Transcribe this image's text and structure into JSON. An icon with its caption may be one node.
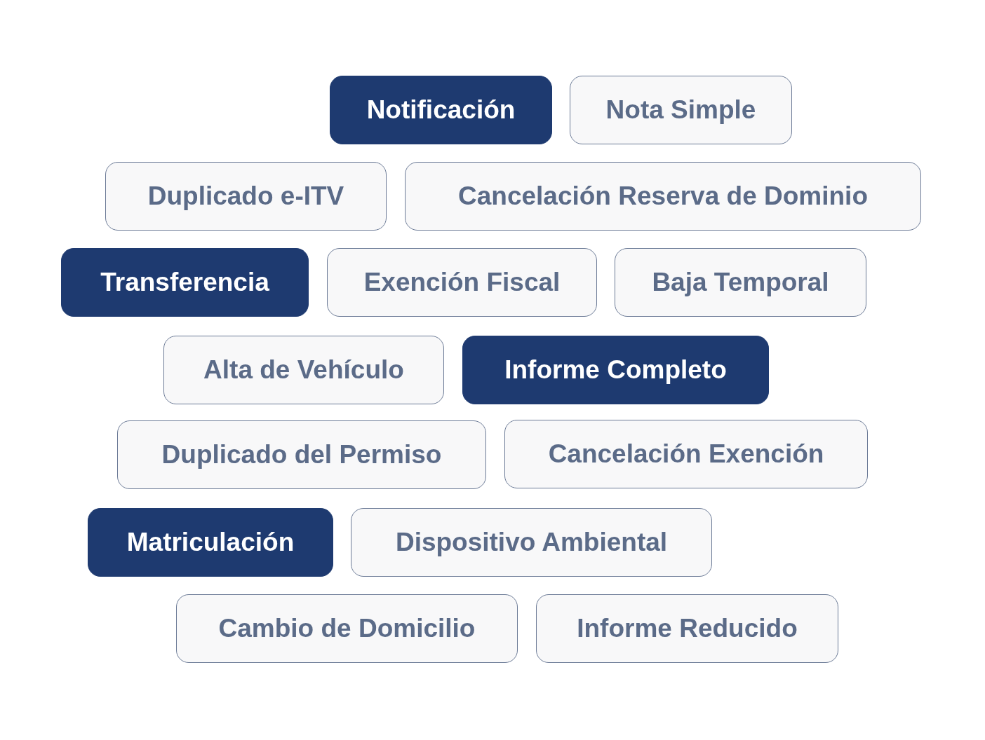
{
  "diagram": {
    "nodes": [
      {
        "text": [
          "Notificación"
        ]
      },
      {
        "text": [
          "Nota Simple"
        ]
      },
      {
        "text": [
          "Duplicado e-ITV"
        ]
      },
      {
        "text": [
          "Cancelación Reserva de Dominio"
        ]
      },
      {
        "text": [
          "Transferencia"
        ]
      },
      {
        "text": [
          "Exención Fiscal"
        ]
      },
      {
        "text": [
          "Baja Temporal"
        ]
      },
      {
        "text": [
          "Alta de Vehículo"
        ]
      },
      {
        "text": [
          "Informe Completo"
        ]
      },
      {
        "text": [
          "Duplicado del Permiso"
        ]
      },
      {
        "text": [
          "Cancelación Exención"
        ]
      },
      {
        "text": [
          "Matriculación"
        ]
      },
      {
        "text": [
          "Dispositivo Ambiental"
        ]
      },
      {
        "text": [
          "Cambio de Domicilio"
        ]
      },
      {
        "text": [
          "Informe Reducido"
        ]
      }
    ]
  }
}
